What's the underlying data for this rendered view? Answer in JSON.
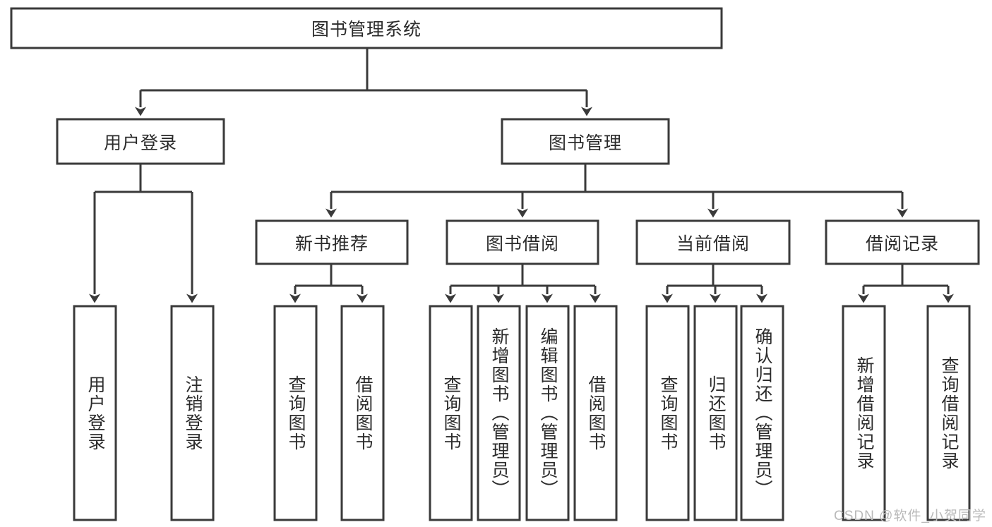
{
  "diagram": {
    "type": "tree",
    "title": "图书管理系统",
    "watermark": "CSDN @软件_小贺同学",
    "colors": {
      "stroke": "#3a3a3a",
      "fill": "#ffffff",
      "text": "#2b2b2b",
      "watermark": "#b9b9b9",
      "background": "#ffffff"
    },
    "levels": {
      "root": {
        "label": "图书管理系统"
      },
      "level2": [
        {
          "id": "user-login",
          "label": "用户登录"
        },
        {
          "id": "book-manage",
          "label": "图书管理"
        }
      ],
      "level3": [
        {
          "id": "new-book-recommend",
          "label": "新书推荐",
          "parent": "book-manage"
        },
        {
          "id": "book-borrow",
          "label": "图书借阅",
          "parent": "book-manage"
        },
        {
          "id": "current-borrow",
          "label": "当前借阅",
          "parent": "book-manage"
        },
        {
          "id": "borrow-record",
          "label": "借阅记录",
          "parent": "book-manage"
        }
      ],
      "leaves": [
        {
          "id": "leaf-user-login",
          "label": "用户登录",
          "parent": "user-login"
        },
        {
          "id": "leaf-logout-login",
          "label": "注销登录",
          "parent": "user-login"
        },
        {
          "id": "leaf-query-book-1",
          "label": "查询图书",
          "parent": "new-book-recommend"
        },
        {
          "id": "leaf-borrow-book-1",
          "label": "借阅图书",
          "parent": "new-book-recommend"
        },
        {
          "id": "leaf-query-book-2",
          "label": "查询图书",
          "parent": "book-borrow"
        },
        {
          "id": "leaf-add-book",
          "label": "新增图书（管理员）",
          "parent": "book-borrow"
        },
        {
          "id": "leaf-edit-book",
          "label": "编辑图书（管理员）",
          "parent": "book-borrow"
        },
        {
          "id": "leaf-borrow-book-2",
          "label": "借阅图书",
          "parent": "book-borrow"
        },
        {
          "id": "leaf-query-book-3",
          "label": "查询图书",
          "parent": "current-borrow"
        },
        {
          "id": "leaf-return-book",
          "label": "归还图书",
          "parent": "current-borrow"
        },
        {
          "id": "leaf-confirm-return",
          "label": "确认归还（管理员）",
          "parent": "current-borrow"
        },
        {
          "id": "leaf-add-record",
          "label": "新增借阅记录",
          "parent": "borrow-record"
        },
        {
          "id": "leaf-query-record",
          "label": "查询借阅记录",
          "parent": "borrow-record"
        }
      ]
    }
  }
}
